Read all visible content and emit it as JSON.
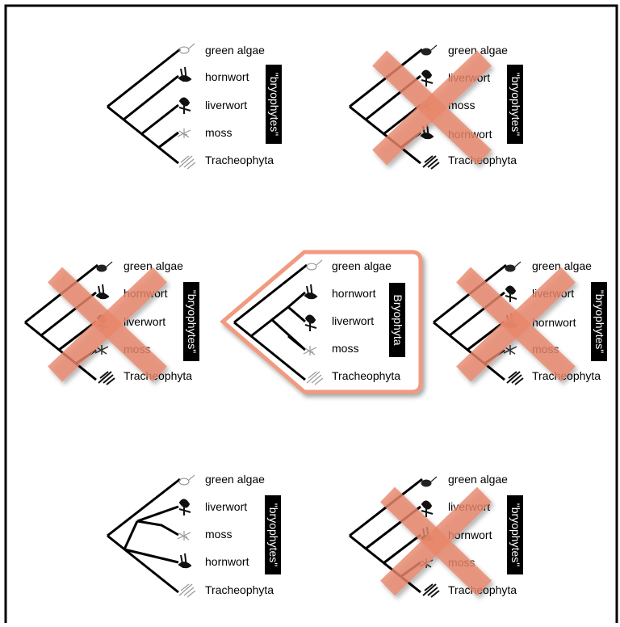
{
  "colors": {
    "frame": "#000000",
    "branch": "#000000",
    "cross": "#e8876a",
    "highlight": "#f09a80",
    "label_box": "#000000",
    "label_text": "#ffffff"
  },
  "taxa": {
    "green_algae": "green algae",
    "hornwort": "hornwort",
    "liverwort": "liverwort",
    "moss": "moss",
    "tracheophyta": "Tracheophyta"
  },
  "group_labels": {
    "paraphyletic": "\"bryophytes\"",
    "monophyletic": "Bryophyta"
  },
  "trees": [
    {
      "id": "tree-1",
      "taxa": [
        "green algae",
        "hornwort",
        "liverwort",
        "moss",
        "Tracheophyta"
      ],
      "topology": "((((moss,Tracheophyta),liverwort),hornwort),green algae)",
      "group_label": "\"bryophytes\"",
      "crossed_out": false,
      "highlighted": false
    },
    {
      "id": "tree-2",
      "taxa": [
        "green algae",
        "liverwort",
        "moss",
        "hornwort",
        "Tracheophyta"
      ],
      "topology": "((((hornwort,Tracheophyta),moss),liverwort),green algae)",
      "group_label": "\"bryophytes\"",
      "crossed_out": true,
      "highlighted": false
    },
    {
      "id": "tree-3",
      "taxa": [
        "green algae",
        "hornwort",
        "liverwort",
        "moss",
        "Tracheophyta"
      ],
      "topology": "((((moss,Tracheophyta),liverwort),hornwort),green algae)",
      "group_label": "\"bryophytes\"",
      "crossed_out": true,
      "highlighted": false
    },
    {
      "id": "tree-4",
      "taxa": [
        "green algae",
        "hornwort",
        "liverwort",
        "moss",
        "Tracheophyta"
      ],
      "topology": "(((hornwort,(liverwort,moss)),Tracheophyta),green algae)",
      "group_label": "Bryophyta",
      "crossed_out": false,
      "highlighted": true
    },
    {
      "id": "tree-5",
      "taxa": [
        "green algae",
        "liverwort",
        "hornwort",
        "moss",
        "Tracheophyta"
      ],
      "topology": "((((moss,Tracheophyta),hornwort),liverwort),green algae)",
      "group_label": "\"bryophytes\"",
      "crossed_out": true,
      "highlighted": false
    },
    {
      "id": "tree-6",
      "taxa": [
        "green algae",
        "liverwort",
        "moss",
        "hornwort",
        "Tracheophyta"
      ],
      "topology": "((((liverwort,moss),hornwort),Tracheophyta),green algae)",
      "group_label": "\"bryophytes\"",
      "crossed_out": false,
      "highlighted": false
    },
    {
      "id": "tree-7",
      "taxa": [
        "green algae",
        "liverwort",
        "hornwort",
        "moss",
        "Tracheophyta"
      ],
      "topology": "((((moss,Tracheophyta),hornwort),liverwort),green algae)",
      "group_label": "\"bryophytes\"",
      "crossed_out": true,
      "highlighted": false
    }
  ],
  "icons": [
    "green-algae-icon",
    "hornwort-icon",
    "liverwort-icon",
    "moss-icon",
    "tracheophyta-icon"
  ]
}
